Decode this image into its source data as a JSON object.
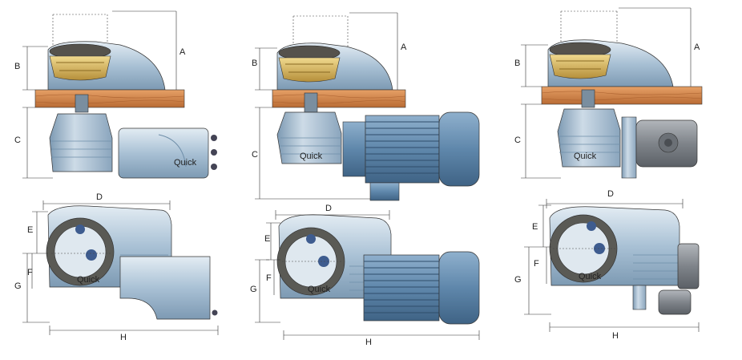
{
  "labels": {
    "a": "A",
    "b": "B",
    "c": "C",
    "d": "D",
    "e": "E",
    "f": "F",
    "g": "G",
    "h": "H"
  },
  "brand_mark": "Quick",
  "colors": {
    "deck_wood": "#d7874a",
    "deck_wood_dark": "#b86a32",
    "body_blue": "#9fb9cf",
    "body_blue_light": "#cfdbe6",
    "body_blue_dark": "#6f8ea9",
    "drum_gold": "#d6b45a",
    "drum_dark": "#5a5a55",
    "motor_blue": "#6f95b8",
    "motor_dark": "#3d5f80",
    "hydraulic_grey": "#8a8f96",
    "line": "#333333"
  },
  "views": [
    {
      "name": "electric-compact-motor-variant"
    },
    {
      "name": "electric-long-motor-variant"
    },
    {
      "name": "hydraulic-motor-variant"
    }
  ]
}
